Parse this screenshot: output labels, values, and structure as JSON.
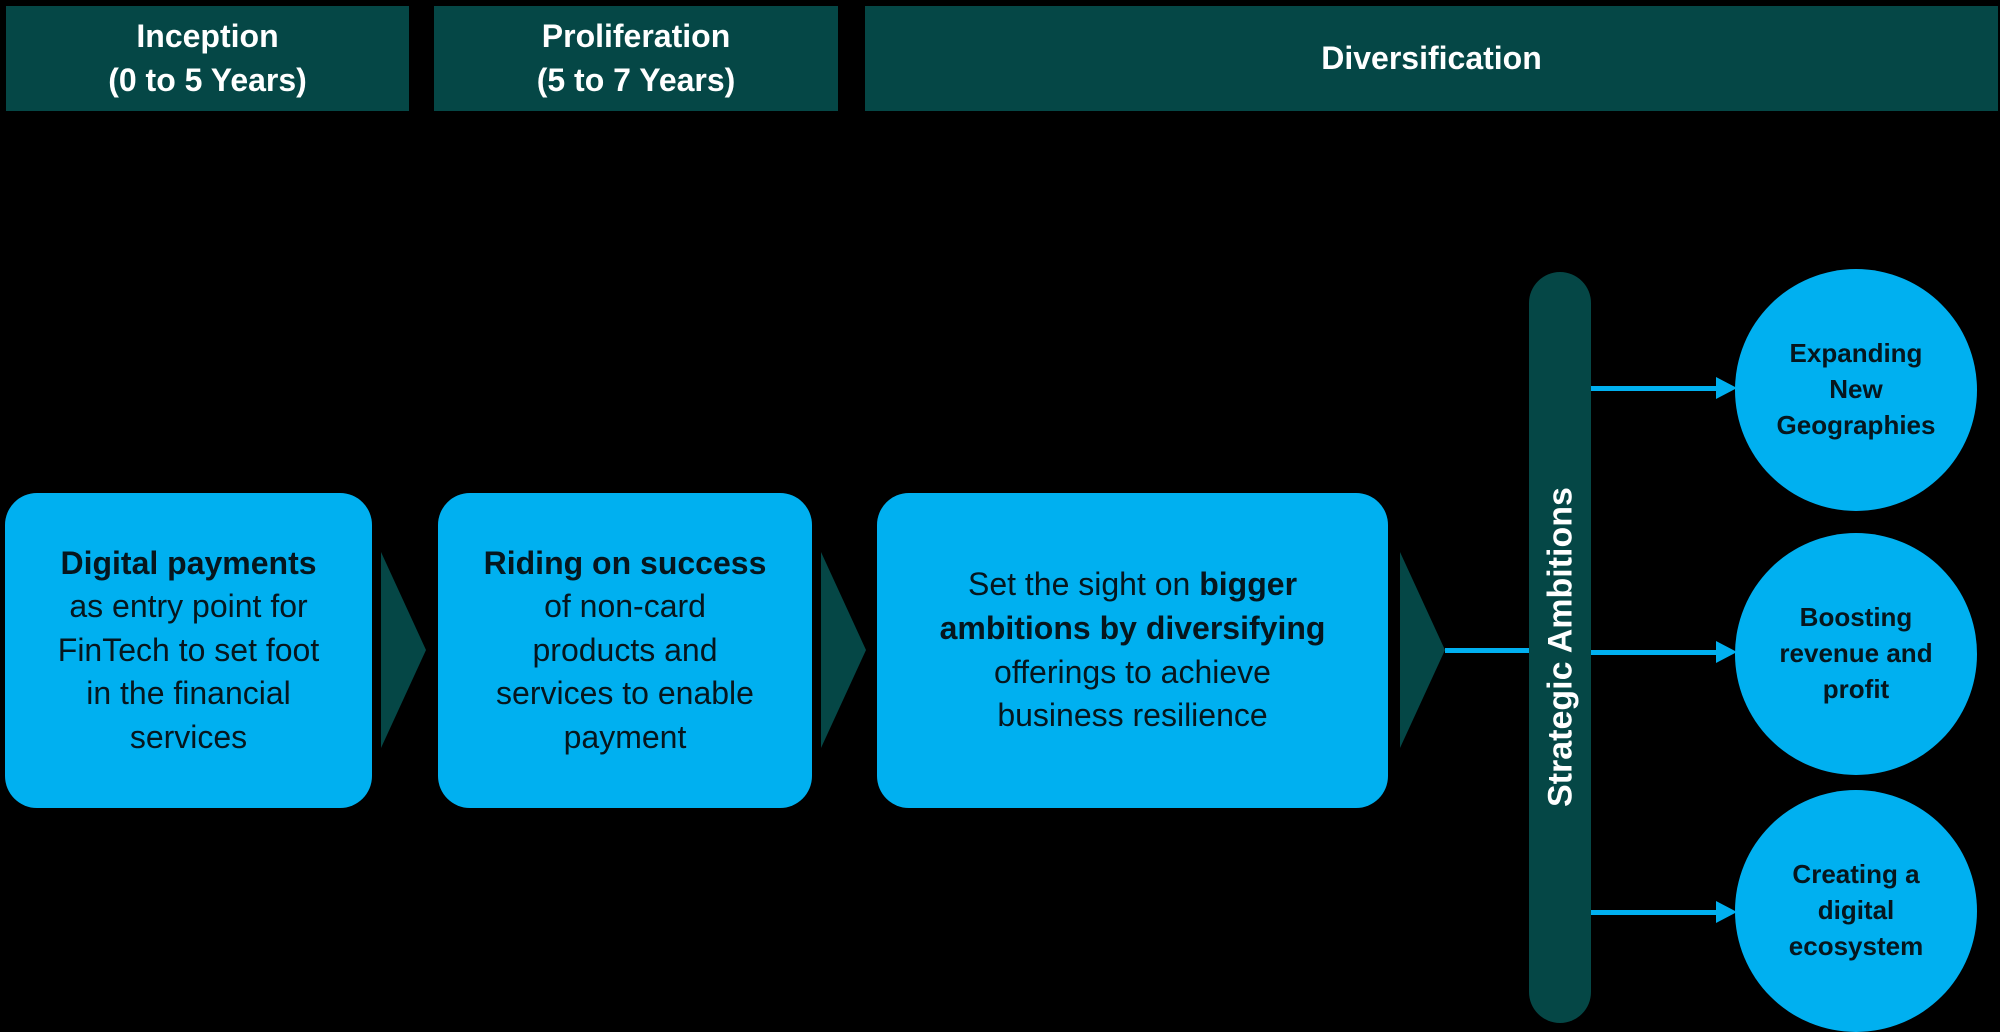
{
  "colors": {
    "teal": "#054746",
    "blue": "#00B0F0",
    "ink": "#06161E",
    "white": "#FFFFFF",
    "bg": "#000000"
  },
  "phases": [
    {
      "name": "Inception",
      "years": "(0 to 5 Years)"
    },
    {
      "name": "Proliferation",
      "years": "(5 to 7 Years)"
    },
    {
      "name": "Diversification",
      "years": ""
    }
  ],
  "stages": [
    {
      "bold_lead": "Digital payments",
      "rest_lines": [
        "as entry point for",
        "FinTech to set foot",
        "in the financial",
        "services"
      ]
    },
    {
      "bold_lead": "Riding on success",
      "rest_lines": [
        "of non-card",
        "products and",
        "services to enable",
        "payment"
      ]
    },
    {
      "line1_normal": "Set the sight on ",
      "line1_bold": "bigger",
      "line2_bold": "ambitions by diversifying",
      "line3": "offerings to achieve",
      "line4": "business resilience"
    }
  ],
  "strategic_bar": {
    "label": "Strategic Ambitions"
  },
  "ambitions": [
    "Expanding New Geographies",
    "Boosting revenue and profit",
    "Creating a digital ecosystem"
  ]
}
